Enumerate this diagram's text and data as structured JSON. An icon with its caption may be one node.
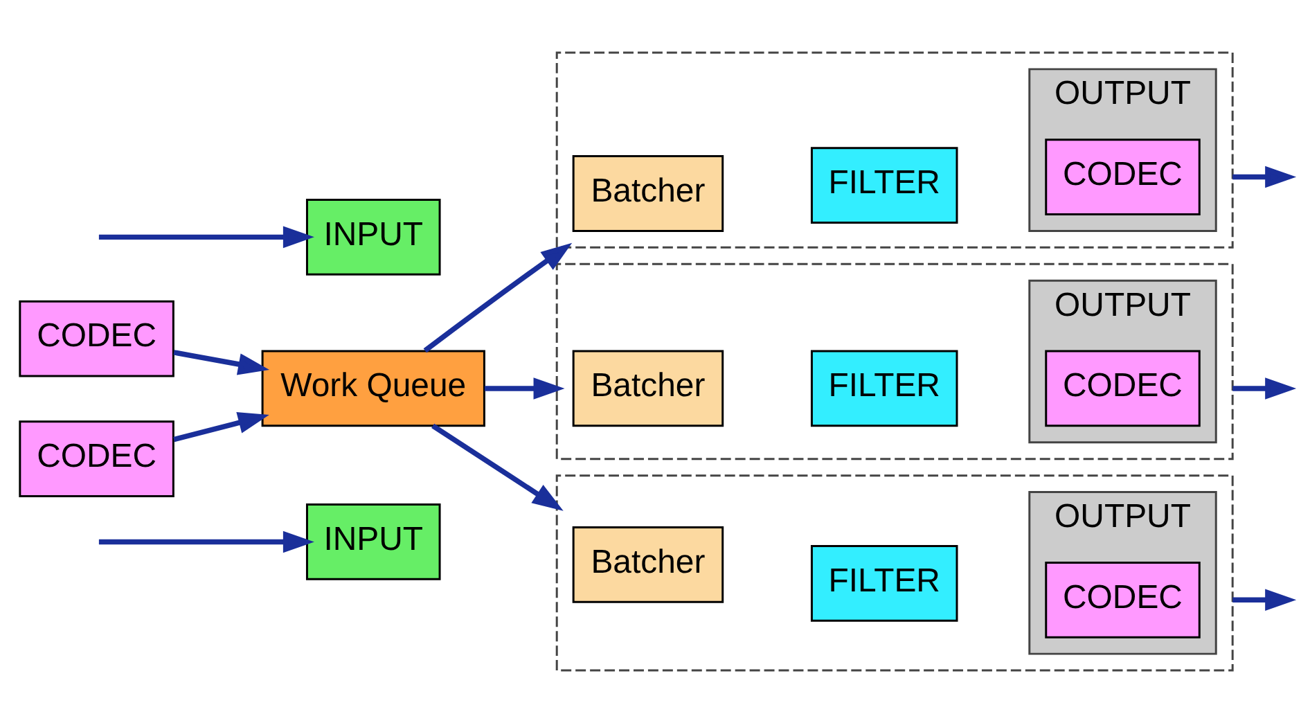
{
  "diagram": {
    "nodes": [
      {
        "text": [
          "INPUT"
        ]
      },
      {
        "text": [
          "CODEC"
        ]
      },
      {
        "text": [
          "CODEC"
        ]
      },
      {
        "text": [
          "INPUT"
        ]
      },
      {
        "text": [
          "Work Queue"
        ]
      },
      {
        "text": [],
        "shape": "box"
      },
      {
        "text": [
          "Batcher"
        ],
        "in": 5
      },
      {
        "text": [
          "FILTER"
        ],
        "in": 5
      },
      {
        "text": [
          "OUTPUT"
        ],
        "in": 5
      },
      {
        "text": [
          "CODEC"
        ],
        "in": 8
      },
      {
        "text": [],
        "shape": "box"
      },
      {
        "text": [
          "Batcher"
        ],
        "in": 10
      },
      {
        "text": [
          "FILTER"
        ],
        "in": 10
      },
      {
        "text": [
          "OUTPUT"
        ],
        "in": 10
      },
      {
        "text": [
          "CODEC"
        ],
        "in": 13
      },
      {
        "text": [],
        "shape": "box"
      },
      {
        "text": [
          "Batcher"
        ],
        "in": 15
      },
      {
        "text": [
          "FILTER"
        ],
        "in": 15
      },
      {
        "text": [
          "OUTPUT"
        ],
        "in": 15
      },
      {
        "text": [
          "CODEC"
        ],
        "in": 18
      }
    ],
    "edges": [
      {
        "from": null,
        "to": 0,
        "arrow": "to"
      },
      {
        "from": null,
        "to": 3,
        "arrow": "to"
      },
      {
        "from": 1,
        "to": 4,
        "arrow": "to"
      },
      {
        "from": 2,
        "to": 4,
        "arrow": "to"
      },
      {
        "from": 4,
        "to": 5,
        "arrow": "to"
      },
      {
        "from": 4,
        "to": 10,
        "arrow": "to"
      },
      {
        "from": 4,
        "to": 15,
        "arrow": "to"
      },
      {
        "from": 5,
        "to": null,
        "arrow": "to"
      },
      {
        "from": 10,
        "to": null,
        "arrow": "to"
      },
      {
        "from": 15,
        "to": null,
        "arrow": "to"
      }
    ]
  }
}
